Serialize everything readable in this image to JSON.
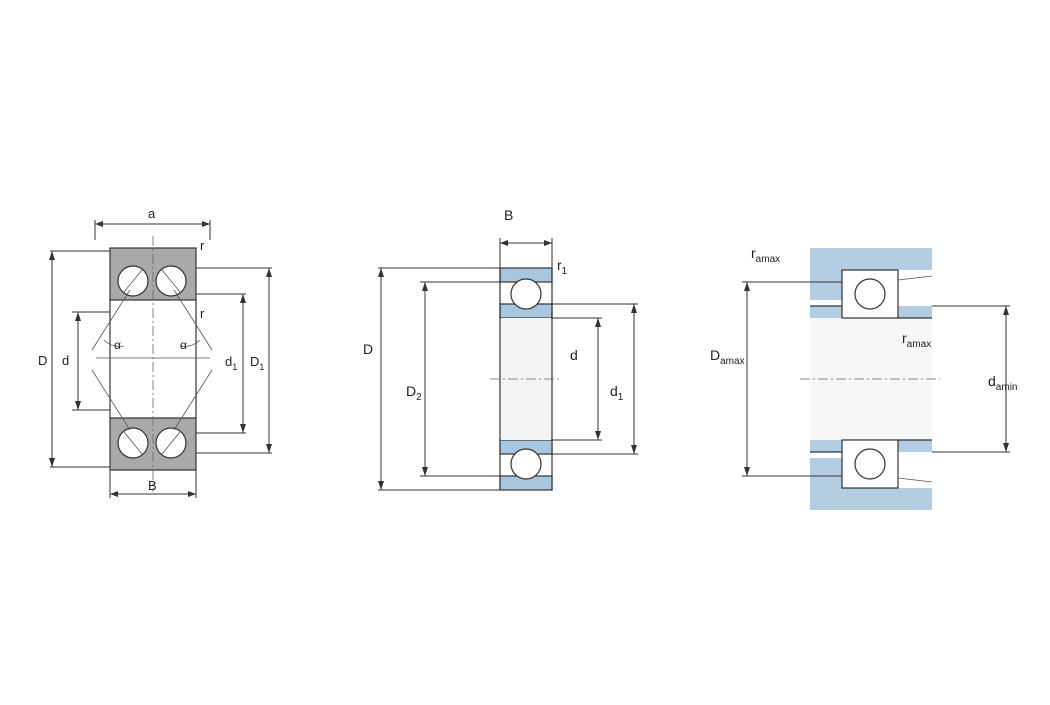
{
  "colors": {
    "ring_fill_gray": "#a9a9a9",
    "ring_fill_blue": "#a9c6df",
    "housing_blue": "#b4cde3",
    "line": "#333333",
    "background": "#ffffff"
  },
  "left_diagram": {
    "label_a": "a",
    "label_r_top": "r",
    "label_r_mid": "r",
    "label_alpha_left": "α",
    "label_alpha_right": "α",
    "label_D": "D",
    "label_d": "d",
    "label_d1_main": "d",
    "label_d1_sub": "1",
    "label_D1_main": "D",
    "label_D1_sub": "1",
    "label_B": "B"
  },
  "middle_diagram": {
    "label_B": "B",
    "label_r1_main": "r",
    "label_r1_sub": "1",
    "label_D": "D",
    "label_D2_main": "D",
    "label_D2_sub": "2",
    "label_d": "d",
    "label_d1_main": "d",
    "label_d1_sub": "1"
  },
  "right_diagram": {
    "label_ra_top_main": "r",
    "label_ra_top_sub": "amax",
    "label_ra_mid_main": "r",
    "label_ra_mid_sub": "amax",
    "label_Da_main": "D",
    "label_Da_sub": "amax",
    "label_da_main": "d",
    "label_da_sub": "amin"
  }
}
